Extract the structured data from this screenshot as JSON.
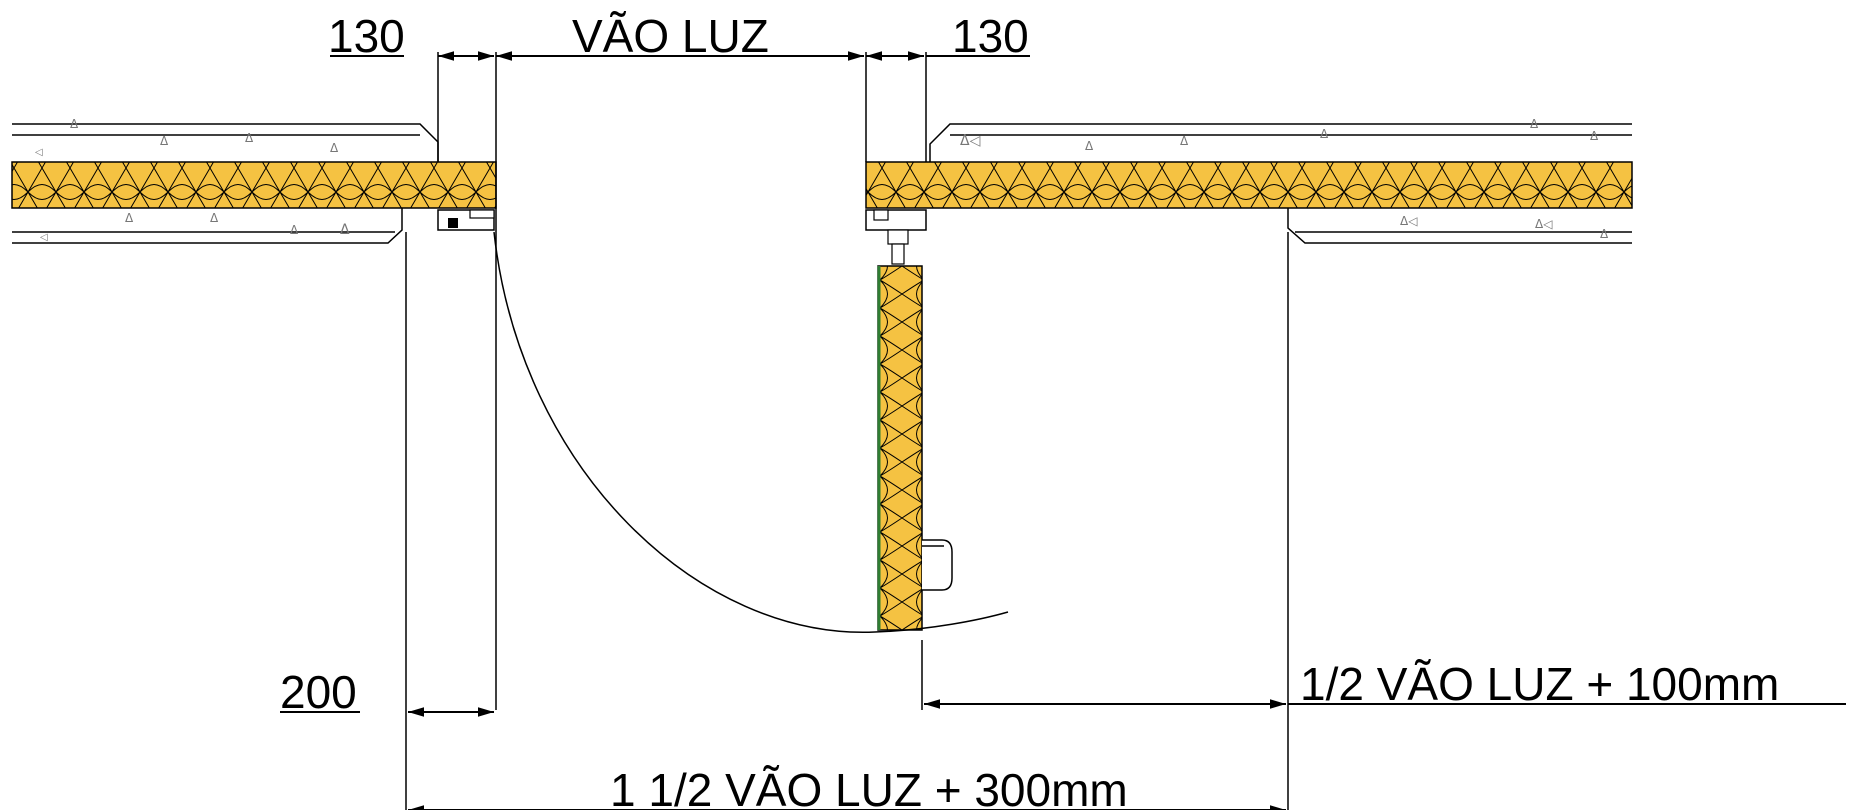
{
  "dimensions": {
    "left_clearance": "130",
    "clear_opening": "VÃO LUZ",
    "right_clearance": "130",
    "frame_offset": "200",
    "half_opening": "1/2 VÃO LUZ + 100mm",
    "total_opening": "1 1/2 VÃO LUZ + 300mm"
  },
  "colors": {
    "insulation": "#f5c242",
    "insulation_outline": "#000000",
    "line": "#000000",
    "panel_edge": "#2e7d32"
  }
}
